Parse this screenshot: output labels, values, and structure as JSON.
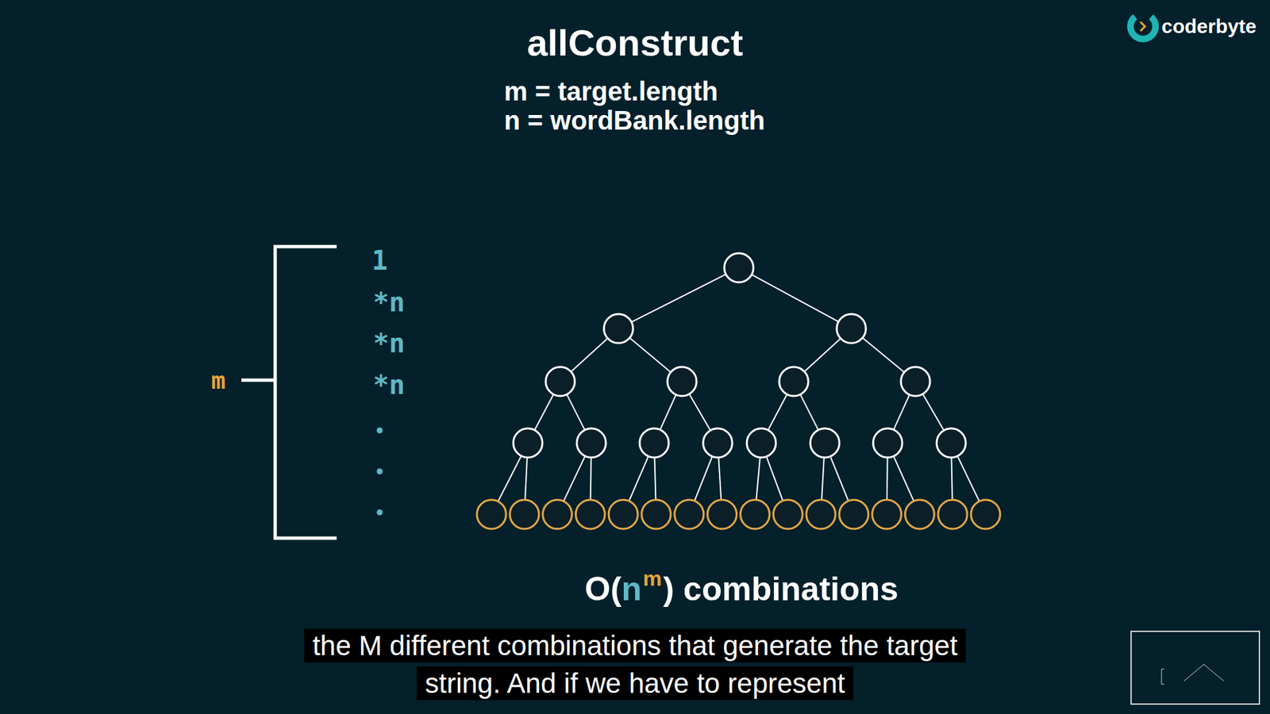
{
  "diagram": {
    "title": "allConstruct",
    "caption": "the M different combinations that generate the target string. And if we have to represent",
    "labels": [
      "coderbyte",
      "m = target.length",
      "n = wordBank.length",
      "m",
      "1",
      "*n",
      "*n",
      "*n",
      "O(",
      "n",
      "m",
      ") combinations"
    ]
  }
}
